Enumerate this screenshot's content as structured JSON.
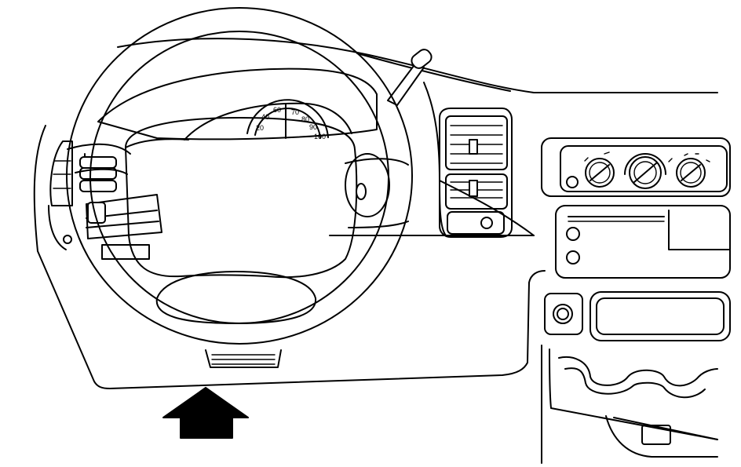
{
  "speedometer": {
    "labels": [
      "20",
      "40",
      "60",
      "70",
      "80",
      "90",
      "100"
    ]
  },
  "colors": {
    "line": "#000000",
    "background": "#ffffff",
    "arrow": "#000000"
  },
  "icons": {
    "arrow": "up-arrow-icon",
    "steering_wheel": "steering-wheel-icon"
  }
}
